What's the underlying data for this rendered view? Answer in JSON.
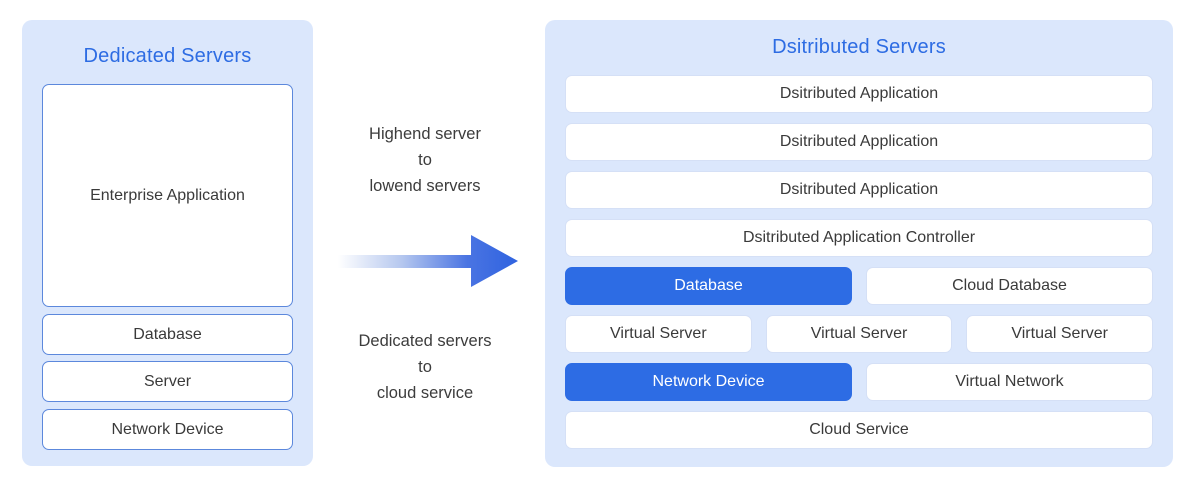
{
  "left_panel": {
    "title": "Dedicated Servers",
    "stack": {
      "enterprise_application": "Enterprise Application",
      "database": "Database",
      "server": "Server",
      "network_device": "Network Device"
    }
  },
  "transition": {
    "top_caption": {
      "line1": "Highend server",
      "line2": "to",
      "line3": "lowend servers"
    },
    "bottom_caption": {
      "line1": "Dedicated servers",
      "line2": "to",
      "line3": "cloud service"
    },
    "arrow_icon": "right-arrow"
  },
  "right_panel": {
    "title": "Dsitributed Servers",
    "app_rows": [
      "Dsitributed Application",
      "Dsitributed Application",
      "Dsitributed Application"
    ],
    "controller": "Dsitributed Application Controller",
    "database_row": {
      "database": "Database",
      "cloud_database": "Cloud Database"
    },
    "virtual_servers": [
      "Virtual Server",
      "Virtual Server",
      "Virtual Server"
    ],
    "network_row": {
      "network_device": "Network Device",
      "virtual_network": "Virtual Network"
    },
    "cloud_service": "Cloud Service"
  },
  "colors": {
    "panel_background": "#dbe7fc",
    "highlight_blue": "#2d6ce4",
    "title_blue": "#2d6ce3",
    "left_box_border": "#5c88dc",
    "right_box_border": "#d5e0f6",
    "text_dark": "#3a3a3a",
    "arrow_gradient_start": "#ffffff",
    "arrow_gradient_end": "#2f63e0"
  }
}
